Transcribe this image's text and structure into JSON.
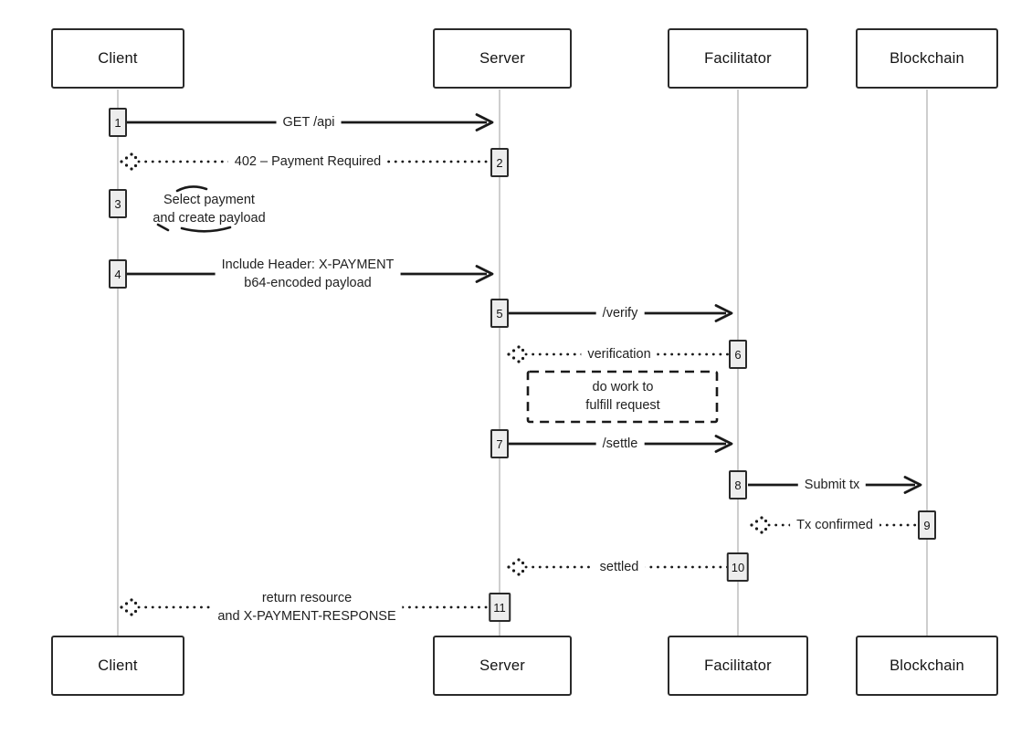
{
  "actors": [
    {
      "id": "client",
      "label": "Client"
    },
    {
      "id": "server",
      "label": "Server"
    },
    {
      "id": "facilitator",
      "label": "Facilitator"
    },
    {
      "id": "blockchain",
      "label": "Blockchain"
    }
  ],
  "messages": {
    "m1": {
      "seq": "1",
      "label": "GET /api",
      "from": "client",
      "to": "server",
      "style": "solid"
    },
    "m2": {
      "seq": "2",
      "label": "402 – Payment Required",
      "from": "server",
      "to": "client",
      "style": "dotted"
    },
    "m3": {
      "seq": "3",
      "type": "note",
      "at": "client",
      "line1": "Select payment",
      "line2": "and create payload"
    },
    "m4": {
      "seq": "4",
      "line1": "Include Header: X-PAYMENT",
      "line2": "b64-encoded payload",
      "from": "client",
      "to": "server",
      "style": "solid"
    },
    "m5": {
      "seq": "5",
      "label": "/verify",
      "from": "server",
      "to": "facilitator",
      "style": "solid"
    },
    "m6": {
      "seq": "6",
      "label": "verification",
      "from": "facilitator",
      "to": "server",
      "style": "dotted"
    },
    "m7": {
      "seq": "7",
      "label": "/settle",
      "from": "server",
      "to": "facilitator",
      "style": "solid"
    },
    "m8": {
      "seq": "8",
      "label": "Submit tx",
      "from": "facilitator",
      "to": "blockchain",
      "style": "solid"
    },
    "m9": {
      "seq": "9",
      "label": "Tx confirmed",
      "from": "blockchain",
      "to": "facilitator",
      "style": "dotted"
    },
    "m10": {
      "seq": "10",
      "label": "settled",
      "from": "facilitator",
      "to": "server",
      "style": "dotted"
    },
    "m11": {
      "seq": "11",
      "line1": "return resource",
      "line2": "and X-PAYMENT-RESPONSE",
      "from": "server",
      "to": "client",
      "style": "dotted"
    }
  },
  "process_box": {
    "line1": "do work to",
    "line2": "fulfill request"
  },
  "colors": {
    "stroke": "#1a1a1a",
    "lifeline": "#bdbdbd",
    "activation_fill": "#ededed",
    "background": "#ffffff"
  }
}
